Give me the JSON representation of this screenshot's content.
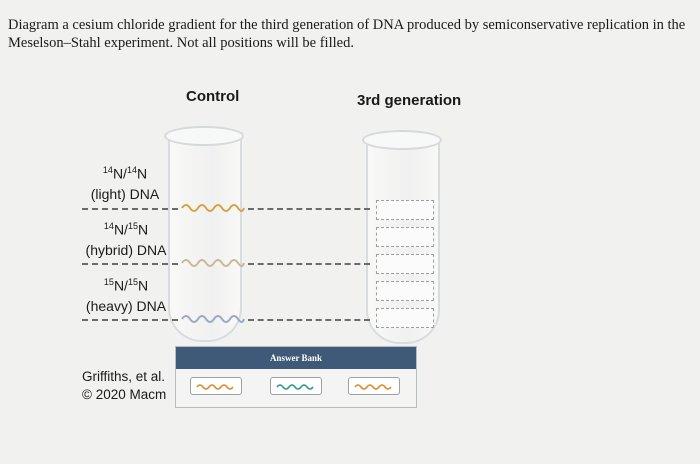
{
  "prompt": "Diagram a cesium chloride gradient for the third generation of DNA produced by semiconservative replication in the Meselson–Stahl experiment. Not all positions will be filled.",
  "columns": {
    "control": "Control",
    "third": "3rd generation"
  },
  "rows": [
    {
      "iso_a": "14",
      "el_a": "N/",
      "iso_b": "14",
      "el_b": "N",
      "label": "(light) DNA"
    },
    {
      "iso_a": "14",
      "el_a": "N/",
      "iso_b": "15",
      "el_b": "N",
      "label": "(hybrid) DNA"
    },
    {
      "iso_a": "15",
      "el_a": "N/",
      "iso_b": "15",
      "el_b": "N",
      "label": "(heavy) DNA"
    }
  ],
  "answer_bank": {
    "title": "Answer Bank",
    "chip_count": 3
  },
  "credit": {
    "line1": "Griffiths, et al.",
    "line2": "© 2020 Macm"
  },
  "colors": {
    "band": "#d4a544",
    "bank_header": "#3f5a78",
    "chip_band": "#e08a2c"
  }
}
